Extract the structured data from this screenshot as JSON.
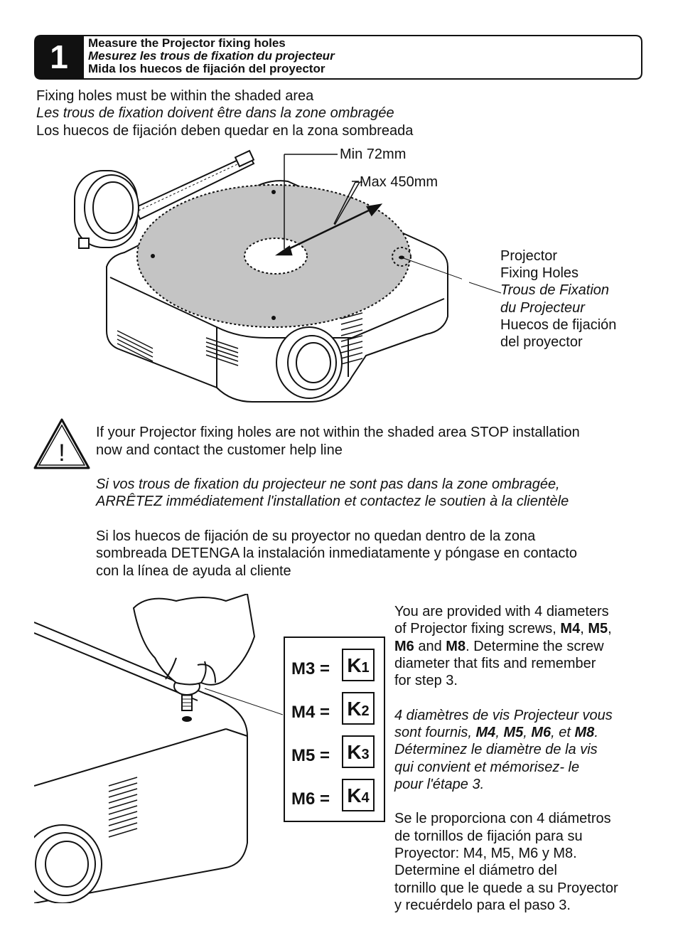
{
  "step": {
    "number": "1",
    "title_en": "Measure the Projector fixing holes",
    "title_fr": "Mesurez les trous de fixation du projecteur",
    "title_es": "Mida los huecos de fijación del proyector"
  },
  "intro": {
    "en": "Fixing holes must be within the shaded area",
    "fr": "Les trous de fixation doivent être dans la zone ombragée",
    "es": "Los huecos de fijación deben quedar en la zona sombreada"
  },
  "diagram": {
    "min_label": "Min 72mm",
    "max_label": "Max 450mm",
    "callout": [
      "Projector",
      "Fixing Holes",
      "Trous de Fixation",
      "du Projecteur",
      "Huecos de fijación",
      "del proyector"
    ]
  },
  "warning": {
    "symbol": "!",
    "en": [
      "If your Projector fixing holes are not within the shaded area STOP installation",
      "now and contact the customer help line"
    ],
    "fr": [
      "Si vos trous de fixation du projecteur ne sont pas dans la zone ombragée,",
      "ARRÊTEZ immédiatement l'installation et contactez le soutien à la clientèle"
    ],
    "es": [
      "Si los huecos de fijación de su proyector no quedan dentro de la zona",
      "sombreada DETENGA la instalación inmediatamente y póngase en contacto",
      "con la línea de ayuda al cliente"
    ]
  },
  "screws": [
    {
      "label": "M3 =",
      "key": "K",
      "num": "1"
    },
    {
      "label": "M4 =",
      "key": "K",
      "num": "2"
    },
    {
      "label": "M5 =",
      "key": "K",
      "num": "3"
    },
    {
      "label": "M6 =",
      "key": "K",
      "num": "4"
    }
  ],
  "screw_text": {
    "en_1": "You are provided with 4 diameters",
    "en_2a": "of Projector fixing screws, ",
    "en_m4": "M4",
    "en_sep1": ", ",
    "en_m5": "M5",
    "en_sep2": ",",
    "en_m6": "M6",
    "en_and": " and ",
    "en_m8": "M8",
    "en_3b": ". Determine the screw",
    "en_4": "diameter that fits and remember",
    "en_5": "for step 3.",
    "fr_1": "4 diamètres de vis Projecteur vous",
    "fr_2a": "sont fournis, ",
    "fr_m4": "M4",
    "fr_sep1": ", ",
    "fr_m5": "M5",
    "fr_sep2": ", ",
    "fr_m6": "M6",
    "fr_et": ", et ",
    "fr_m8": "M8",
    "fr_dot": ".",
    "fr_3": "Déterminez le diamètre de la vis",
    "fr_4": "qui convient et mémorisez- le",
    "fr_5": "pour l'étape 3.",
    "es": [
      "Se le proporciona con 4 diámetros",
      "de tornillos de fijación para su",
      "Proyector: M4, M5, M6 y M8.",
      "Determine el diámetro del",
      "tornillo que le quede a su Proyector",
      "y recuérdelo para el paso 3."
    ]
  }
}
